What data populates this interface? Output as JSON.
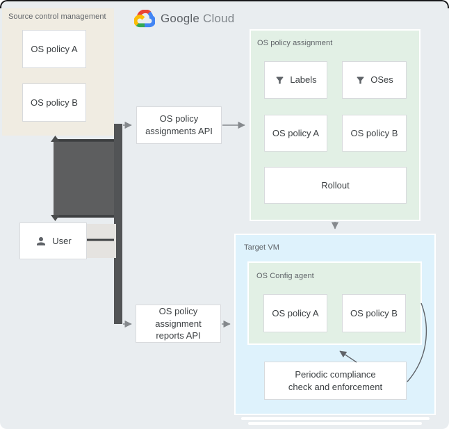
{
  "logo": {
    "brand": "Google",
    "product": "Cloud"
  },
  "source_control": {
    "label": "Source control management",
    "policy_a": "OS policy A",
    "policy_b": "OS policy B"
  },
  "user": {
    "label": "User"
  },
  "assignments_api": {
    "label": "OS policy\nassignments API"
  },
  "reports_api": {
    "label": "OS policy\nassignment\nreports API"
  },
  "policy_assignment": {
    "label": "OS policy assignment",
    "labels_box": "Labels",
    "oses_box": "OSes",
    "policy_a": "OS policy A",
    "policy_b": "OS policy B",
    "rollout": "Rollout"
  },
  "target_vm": {
    "label": "Target VM",
    "os_config_agent": {
      "label": "OS Config agent",
      "policy_a": "OS policy A",
      "policy_b": "OS policy B"
    },
    "compliance": "Periodic compliance\ncheck and enforcement"
  },
  "icons": {
    "labels_box": "filter-icon",
    "oses_box": "filter-icon",
    "user": "person-icon",
    "logo": "google-cloud-logo"
  },
  "colors": {
    "background": "#e9edf0",
    "source_control_bg": "#f0ece2",
    "policy_assignment_bg": "#e2f0e5",
    "target_vm_bg": "#def2fc",
    "connector_dark": "#5d5e5f",
    "arrow_gray": "#85898d",
    "google_blue": "#4285f4",
    "google_red": "#ea4335",
    "google_yellow": "#fbbc05",
    "google_green": "#34a853"
  }
}
